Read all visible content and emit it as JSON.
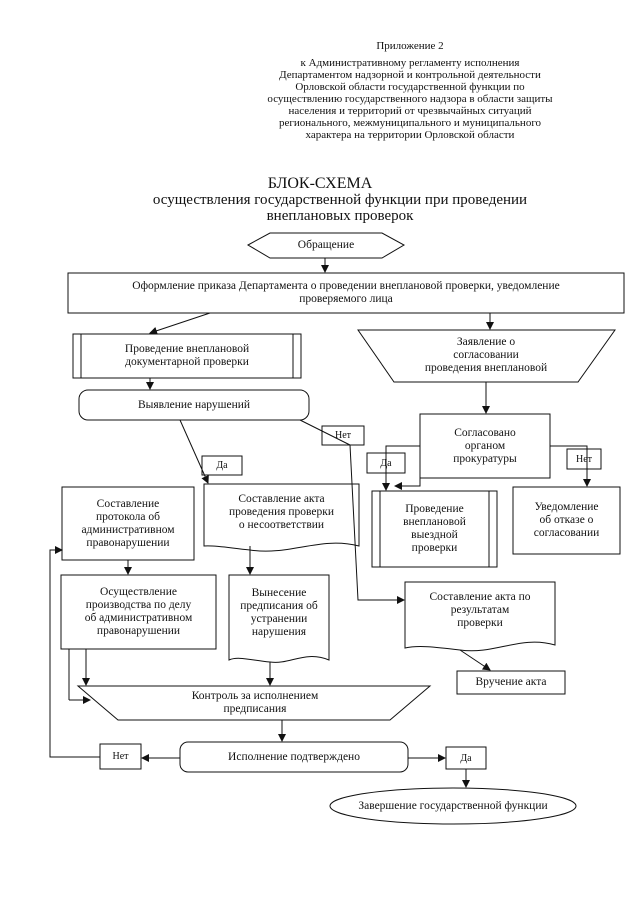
{
  "header": {
    "appendix": "Приложение 2",
    "lines": "к Административному регламенту исполнения\nДепартаментом надзорной и контрольной деятельности\nОрловской области государственной функции по\nосуществлению государственного надзора в области защиты\nнаселения и территорий от чрезвычайных ситуаций\nрегионального, межмуниципального и муниципального\nхарактера на территории Орловской области"
  },
  "title": {
    "main": "БЛОК-СХЕМА",
    "sub": "осуществления государственной функции при проведении\nвнеплановых проверок"
  },
  "nodes": {
    "start": "Обращение",
    "order": "Оформление приказа Департамента о проведении внеплановой проверки, уведомление\nпроверяемого лица",
    "doc_check": "Проведение внеплановой\nдокументарной проверки",
    "application": "Заявление о\nсогласовании\nпроведения внеплановой",
    "violations": "Выявление нарушений",
    "prosecutor": "Согласовано\nорганом\nпрокуратуры",
    "protocol": "Составление\nпротокола об\nадминистративном\nправонарушении",
    "act_violation": "Составление акта\nпроведения проверки\nо несоответствии",
    "onsite": "Проведение\nвнеплановой\nвыездной\nпроверки",
    "refusal": "Уведомление\nоб отказе о\nсогласовании",
    "proceedings": "Осуществление\nпроизводства по делу\nоб административном\nправонарушении",
    "order_issue": "Вынесение\nпредписания об\nустранении\nнарушения",
    "act_result": "Составление акта по\nрезультатам\nпроверки",
    "delivery": "Вручение акта",
    "control": "Контроль за исполнением\nпредписания",
    "confirmed": "Исполнение подтверждено",
    "finish": "Завершение государственной функции"
  },
  "labels": {
    "no": "Нет",
    "yes": "Да"
  }
}
